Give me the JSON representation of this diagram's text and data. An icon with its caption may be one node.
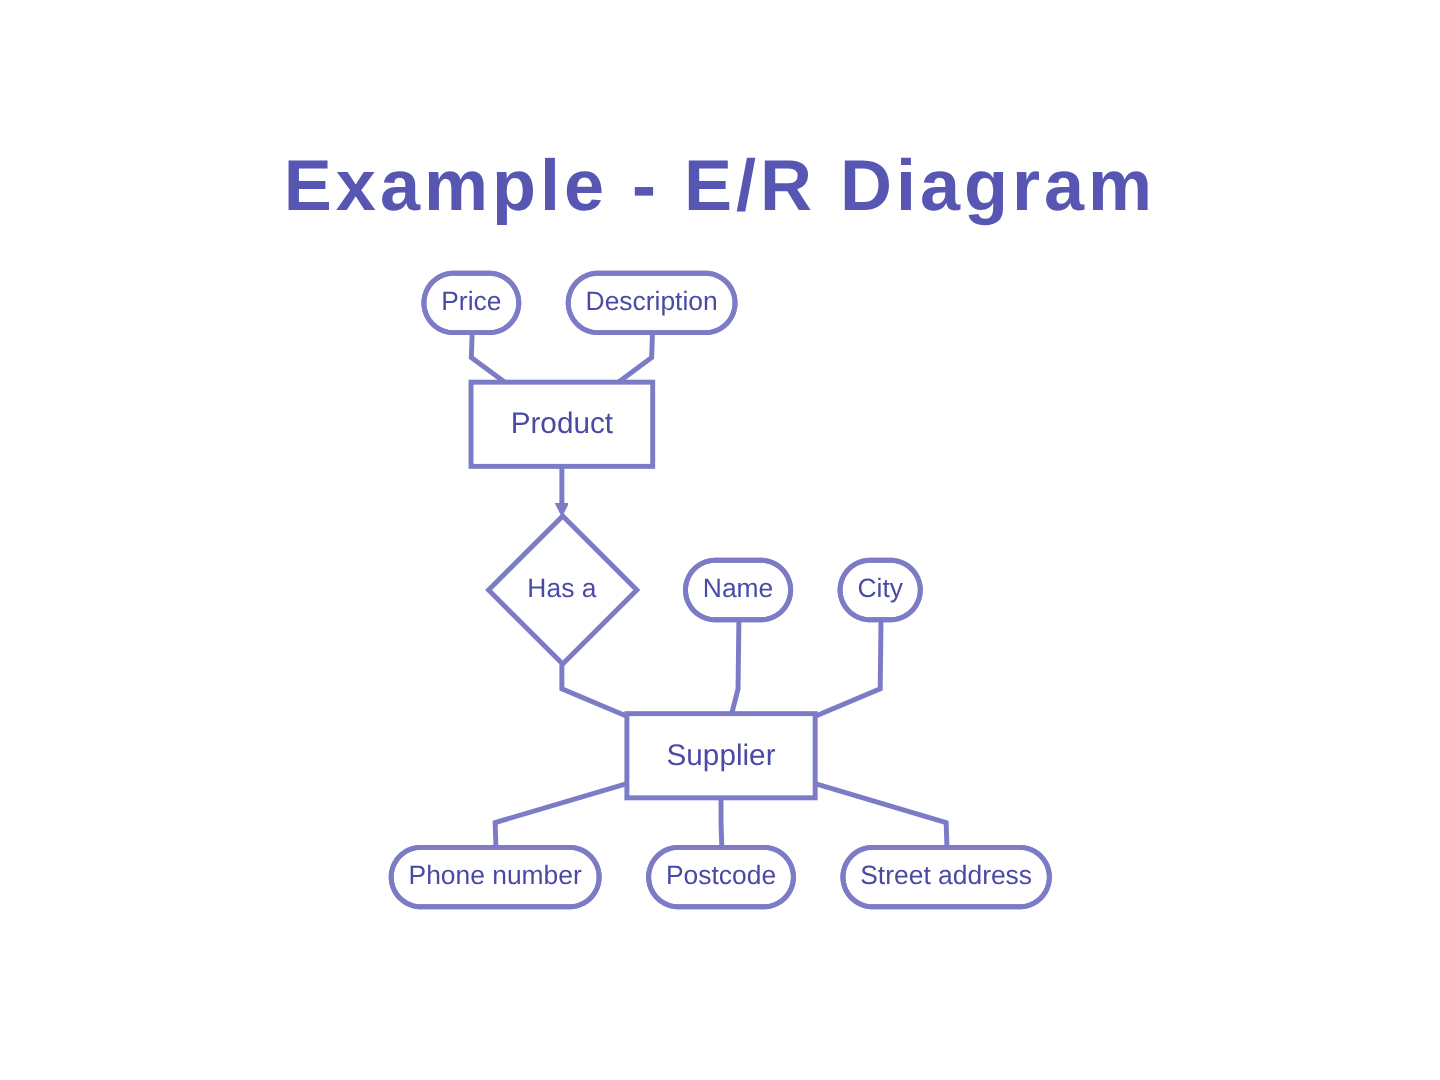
{
  "diagram": {
    "title": "Example - E/R Diagram",
    "nodes": [
      {
        "text": [
          "Price"
        ]
      },
      {
        "text": [
          "Description"
        ]
      },
      {
        "text": [
          "Product"
        ]
      },
      {
        "text": [
          "Has a"
        ]
      },
      {
        "text": [
          "Name"
        ]
      },
      {
        "text": [
          "Supplier"
        ]
      },
      {
        "text": [
          "City"
        ]
      },
      {
        "text": [
          "Phone number"
        ]
      },
      {
        "text": [
          "Postcode"
        ]
      },
      {
        "text": [
          "Street address"
        ]
      }
    ],
    "edges": [
      {
        "from": 0,
        "to": 2,
        "arrow": "none"
      },
      {
        "from": 1,
        "to": 2,
        "arrow": "none"
      },
      {
        "from": 2,
        "to": 3,
        "arrow": "to"
      },
      {
        "from": 3,
        "to": 5,
        "arrow": "none"
      },
      {
        "from": 4,
        "to": 5,
        "arrow": "none"
      },
      {
        "from": 6,
        "to": 5,
        "arrow": "none"
      },
      {
        "from": 5,
        "to": 7,
        "arrow": "none"
      },
      {
        "from": 5,
        "to": 8,
        "arrow": "none"
      },
      {
        "from": 5,
        "to": 9,
        "arrow": "none"
      }
    ]
  }
}
